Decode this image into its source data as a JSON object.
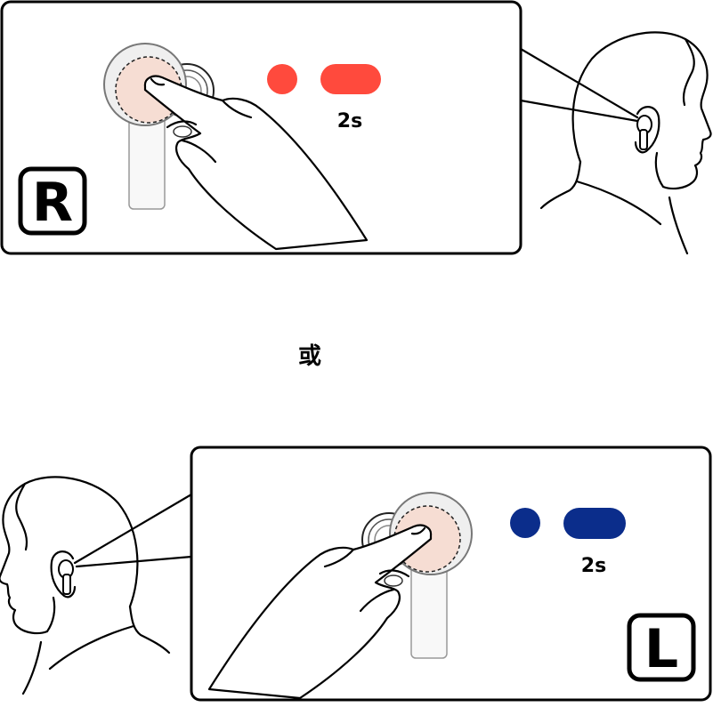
{
  "right_panel": {
    "side_label": "R",
    "hold_duration": "2s"
  },
  "separator": {
    "text": "或"
  },
  "left_panel": {
    "side_label": "L",
    "hold_duration": "2s"
  },
  "colors": {
    "right_indicator": "#ff4a3d",
    "left_indicator": "#0b2d8b",
    "touch_area": "#f6ddd3",
    "line": "#000000"
  },
  "icons": {
    "earbud": "earbud-icon",
    "hand": "pointing-hand-icon",
    "head": "head-profile-icon",
    "short_indicator": "dot-icon",
    "long_indicator": "pill-icon"
  }
}
